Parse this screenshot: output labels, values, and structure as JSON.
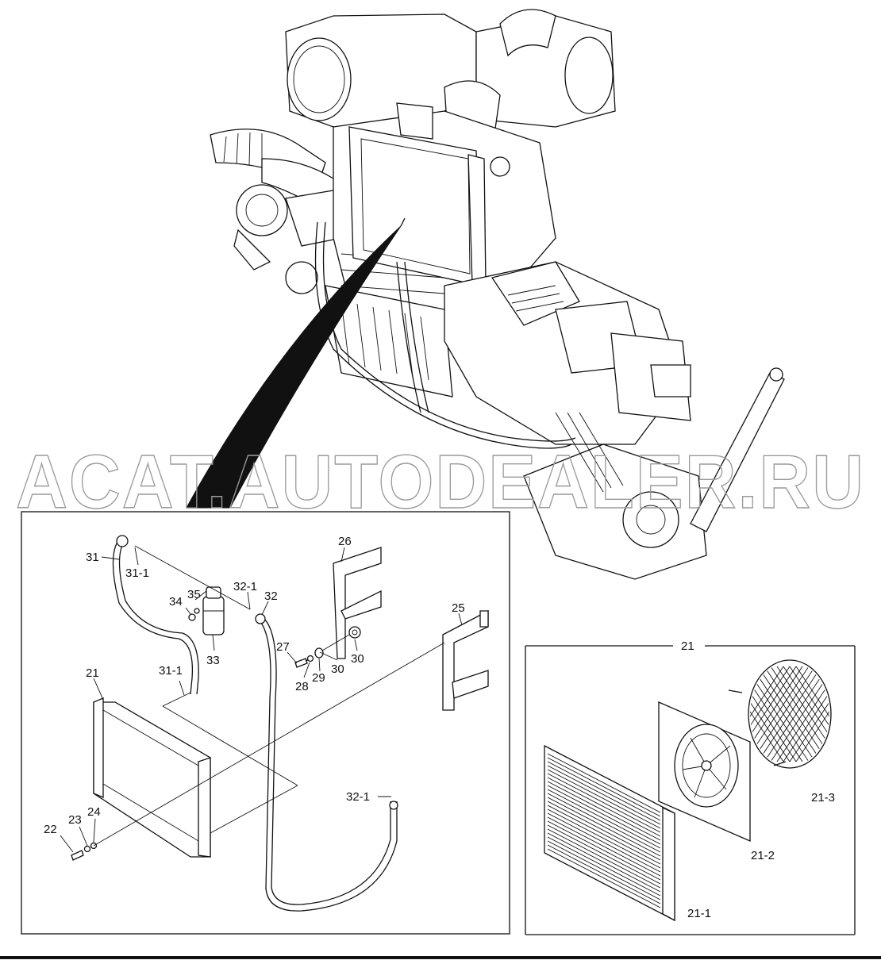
{
  "watermark": "ACAT.AUTODEALER.RU",
  "main_callouts": {
    "c31": "31",
    "c31_1a": "31-1",
    "c35": "35",
    "c34": "34",
    "c32_1a": "32-1",
    "c32": "32",
    "c33": "33",
    "c26": "26",
    "c25": "25",
    "c27": "27",
    "c28": "28",
    "c29": "29",
    "c30a": "30",
    "c30b": "30",
    "c31_1b": "31-1",
    "c21": "21",
    "c32_1b": "32-1",
    "c22": "22",
    "c23": "23",
    "c24": "24"
  },
  "detail_callouts": {
    "c21": "21",
    "c21_3": "21-3",
    "c21_2": "21-2",
    "c21_1": "21-1"
  }
}
